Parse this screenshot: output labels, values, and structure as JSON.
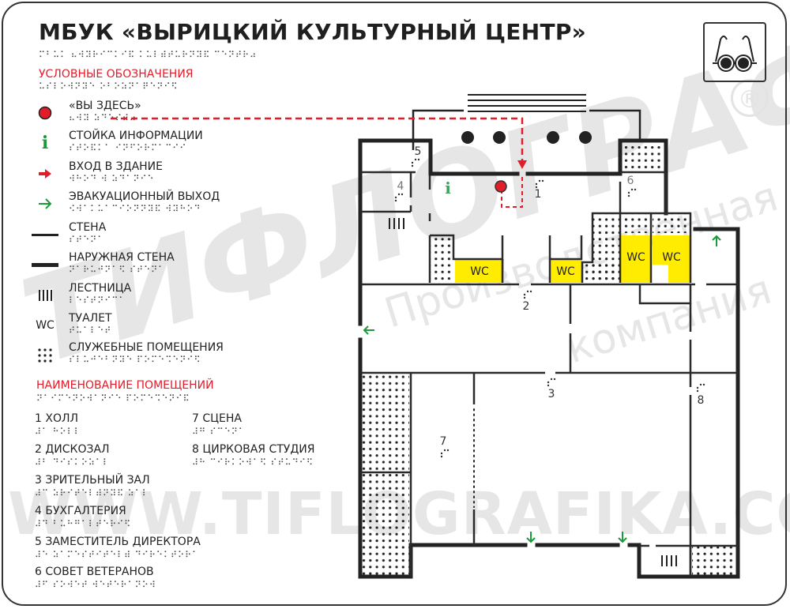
{
  "header": {
    "title": "МБУК «ВЫРИЦКИЙ КУЛЬТУРНЫЙ ЦЕНТР»",
    "title_braille": "⠍⠃⠥⠅ ⠦⠺⠽⠗⠊⠉⠅⠊⠯ ⠅⠥⠇⠾⠞⠥⠗⠝⠽⠯ ⠉⠑⠝⠞⠗⠴"
  },
  "legend": {
    "heading": "УСЛОВНЫЕ ОБОЗНАЧЕНИЯ",
    "heading_braille": "⠥⠎⠇⠕⠺⠝⠽⠑ ⠕⠃⠕⠵⠝⠁⠟⠑⠝⠊⠫",
    "items": [
      {
        "icon": "you-are-here-dot",
        "label": "«ВЫ ЗДЕСЬ»",
        "braille": "⠦⠺⠽ ⠵⠙⠑⠎⠾⠴",
        "color": "#e11d2a"
      },
      {
        "icon": "info-icon",
        "label": "СТОЙКА ИНФОРМАЦИИ",
        "braille": "⠎⠞⠕⠯⠅⠁ ⠊⠝⠋⠕⠗⠍⠁⠉⠊⠊",
        "color": "#1a9a3a"
      },
      {
        "icon": "entrance-arrow",
        "label": "ВХОД В ЗДАНИЕ",
        "braille": "⠺⠓⠕⠙ ⠺ ⠵⠙⠁⠝⠊⠑",
        "color": "#e11d2a"
      },
      {
        "icon": "evacuation-arrow",
        "label": "ЭВАКУАЦИОННЫЙ ВЫХОД",
        "braille": "⠪⠺⠁⠅⠥⠁⠉⠊⠕⠝⠝⠽⠯ ⠺⠽⠓⠕⠙",
        "color": "#1a9a3a"
      },
      {
        "icon": "wall-line",
        "label": "СТЕНА",
        "braille": "⠎⠞⠑⠝⠁"
      },
      {
        "icon": "outer-wall-line",
        "label": "НАРУЖНАЯ  СТЕНА",
        "braille": "⠝⠁⠗⠥⠚⠝⠁⠫ ⠎⠞⠑⠝⠁"
      },
      {
        "icon": "stairs-lines",
        "label": "ЛЕСТНИЦА",
        "braille": "⠇⠑⠎⠞⠝⠊⠉⠁"
      },
      {
        "icon": "wc-text",
        "label": "ТУАЛЕТ",
        "braille": "⠞⠥⠁⠇⠑⠞",
        "symbol": "WC"
      },
      {
        "icon": "service-dots",
        "label": "СЛУЖЕБНЫЕ  ПОМЕЩЕНИЯ",
        "braille": "⠎⠇⠥⠚⠑⠃⠝⠽⠑ ⠏⠕⠍⠑⠩⠑⠝⠊⠫"
      }
    ]
  },
  "rooms": {
    "heading": "НАИМЕНОВАНИЕ ПОМЕЩЕНИЙ",
    "heading_braille": "⠝⠁⠊⠍⠑⠝⠕⠺⠁⠝⠊⠑ ⠏⠕⠍⠑⠩⠑⠝⠊⠯",
    "items": [
      {
        "num": "1",
        "label": "1 ХОЛЛ",
        "braille": "⠼⠁ ⠓⠕⠇⠇"
      },
      {
        "num": "2",
        "label": "2 ДИСКОЗАЛ",
        "braille": "⠼⠃ ⠙⠊⠎⠅⠕⠵⠁⠇"
      },
      {
        "num": "3",
        "label": "3 ЗРИТЕЛЬНЫЙ ЗАЛ",
        "braille": "⠼⠉ ⠵⠗⠊⠞⠑⠇⠾⠝⠽⠯ ⠵⠁⠇"
      },
      {
        "num": "4",
        "label": "4 БУХГАЛТЕРИЯ",
        "braille": "⠼⠙ ⠃⠥⠓⠛⠁⠇⠞⠑⠗⠊⠫"
      },
      {
        "num": "5",
        "label": "5 ЗАМЕСТИТЕЛЬ ДИРЕКТОРА",
        "braille": "⠼⠑ ⠵⠁⠍⠑⠎⠞⠊⠞⠑⠇⠾ ⠙⠊⠗⠑⠅⠞⠕⠗⠁"
      },
      {
        "num": "6",
        "label": "6 СОВЕТ ВЕТЕРАНОВ",
        "braille": "⠼⠋ ⠎⠕⠺⠑⠞ ⠺⠑⠞⠑⠗⠁⠝⠕⠺"
      },
      {
        "num": "7",
        "label": "7 СЦЕНА",
        "braille": "⠼⠛ ⠎⠉⠑⠝⠁"
      },
      {
        "num": "8",
        "label": "8 ЦИРКОВАЯ СТУДИЯ",
        "braille": "⠼⠓ ⠉⠊⠗⠅⠕⠺⠁⠫ ⠎⠞⠥⠙⠊⠫"
      }
    ]
  },
  "plan": {
    "room_numbers": [
      "1",
      "2",
      "3",
      "4",
      "5",
      "6",
      "7",
      "8"
    ],
    "wc_label": "WC",
    "info_glyph": "i"
  },
  "watermarks": {
    "brand": "ТИФЛОГРАФИКА",
    "subtitle_1": "Производственная",
    "subtitle_2": "компания",
    "url": "WWW.TIFLOGRAFIKA.COM",
    "registered": "®"
  },
  "colors": {
    "accent_red": "#e11d2a",
    "green": "#1a9a3a",
    "wc_yellow": "#ffec00",
    "wall": "#2a2a2a",
    "watermark": "#e6e6e6"
  }
}
